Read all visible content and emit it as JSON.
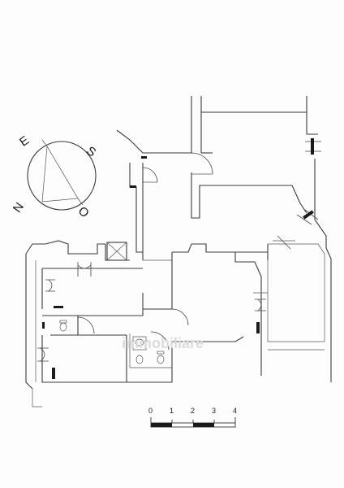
{
  "compass": {
    "north": "N",
    "east": "E",
    "south": "S",
    "west": "O"
  },
  "scale_bar": {
    "labels": [
      "0",
      "1",
      "2",
      "3",
      "4"
    ]
  },
  "watermark": {
    "text": "immobiliare"
  },
  "colors": {
    "line": "#3a3a3a",
    "fixture": "#1a1a1a",
    "background": "#fdfdfd"
  }
}
